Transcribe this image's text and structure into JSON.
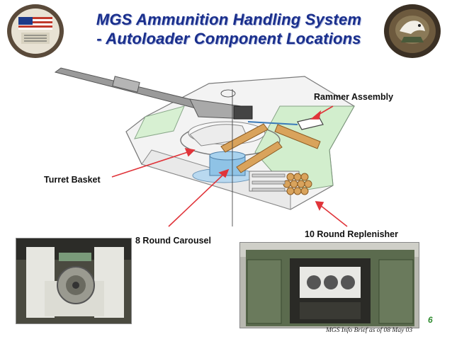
{
  "slide": {
    "title_line1": "MGS Ammunition Handling System",
    "title_line2": "- Autoloader Component Locations",
    "page_number": "6",
    "footer": "MGS Info Brief as of  08 May 03"
  },
  "callouts": {
    "rammer": "Rammer Assembly",
    "turret_basket": "Turret Basket",
    "carousel": "8 Round Carousel",
    "replenisher": "10 Round Replenisher"
  },
  "colors": {
    "title": "#1a2f8c",
    "arrow": "#e0343a",
    "hull_green": "#cfeec9",
    "ammo_tan": "#d9a35c",
    "carousel_blue": "#8fc3e6",
    "page_number": "#2d8a2d"
  }
}
